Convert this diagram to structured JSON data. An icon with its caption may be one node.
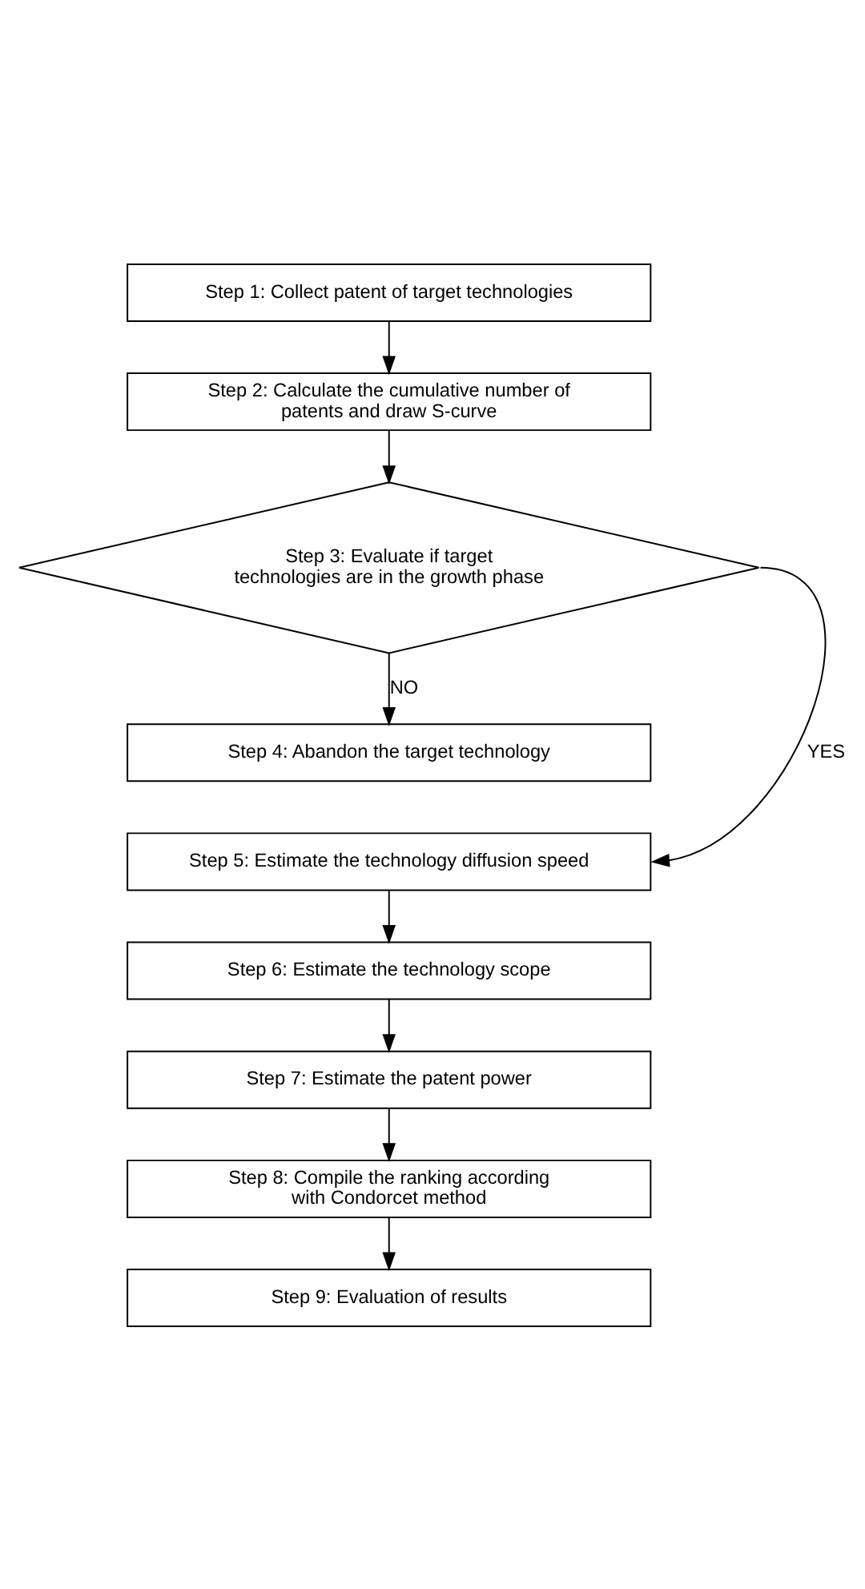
{
  "diagram": {
    "nodes": [
      {
        "text": [
          "Step 1: Collect patent of target technologies"
        ]
      },
      {
        "text": [
          "Step 2: Calculate the cumulative number of patents and draw S-curve"
        ]
      },
      {
        "text": [
          "Step 3: Evaluate if target technologies are in the growth phase"
        ]
      },
      {
        "text": [
          "Step 4: Abandon the target technology"
        ]
      },
      {
        "text": [
          "Step 5: Estimate the technology diffusion speed"
        ]
      },
      {
        "text": [
          "Step 6: Estimate the technology scope"
        ]
      },
      {
        "text": [
          "Step 7: Estimate the patent power"
        ]
      },
      {
        "text": [
          "Step 8: Compile the ranking according with Condorcet method"
        ]
      },
      {
        "text": [
          "Step 9: Evaluation of results"
        ]
      }
    ],
    "edges": [
      {
        "from": 0,
        "to": 1,
        "arrow": "to"
      },
      {
        "from": 1,
        "to": 2,
        "arrow": "to"
      },
      {
        "from": 2,
        "to": 3,
        "arrow": "to",
        "label": "NO"
      },
      {
        "from": 2,
        "to": 4,
        "arrow": "to",
        "label": "YES"
      },
      {
        "from": 4,
        "to": 5,
        "arrow": "to"
      },
      {
        "from": 5,
        "to": 6,
        "arrow": "to"
      },
      {
        "from": 6,
        "to": 7,
        "arrow": "to"
      },
      {
        "from": 7,
        "to": 8,
        "arrow": "to"
      }
    ]
  }
}
